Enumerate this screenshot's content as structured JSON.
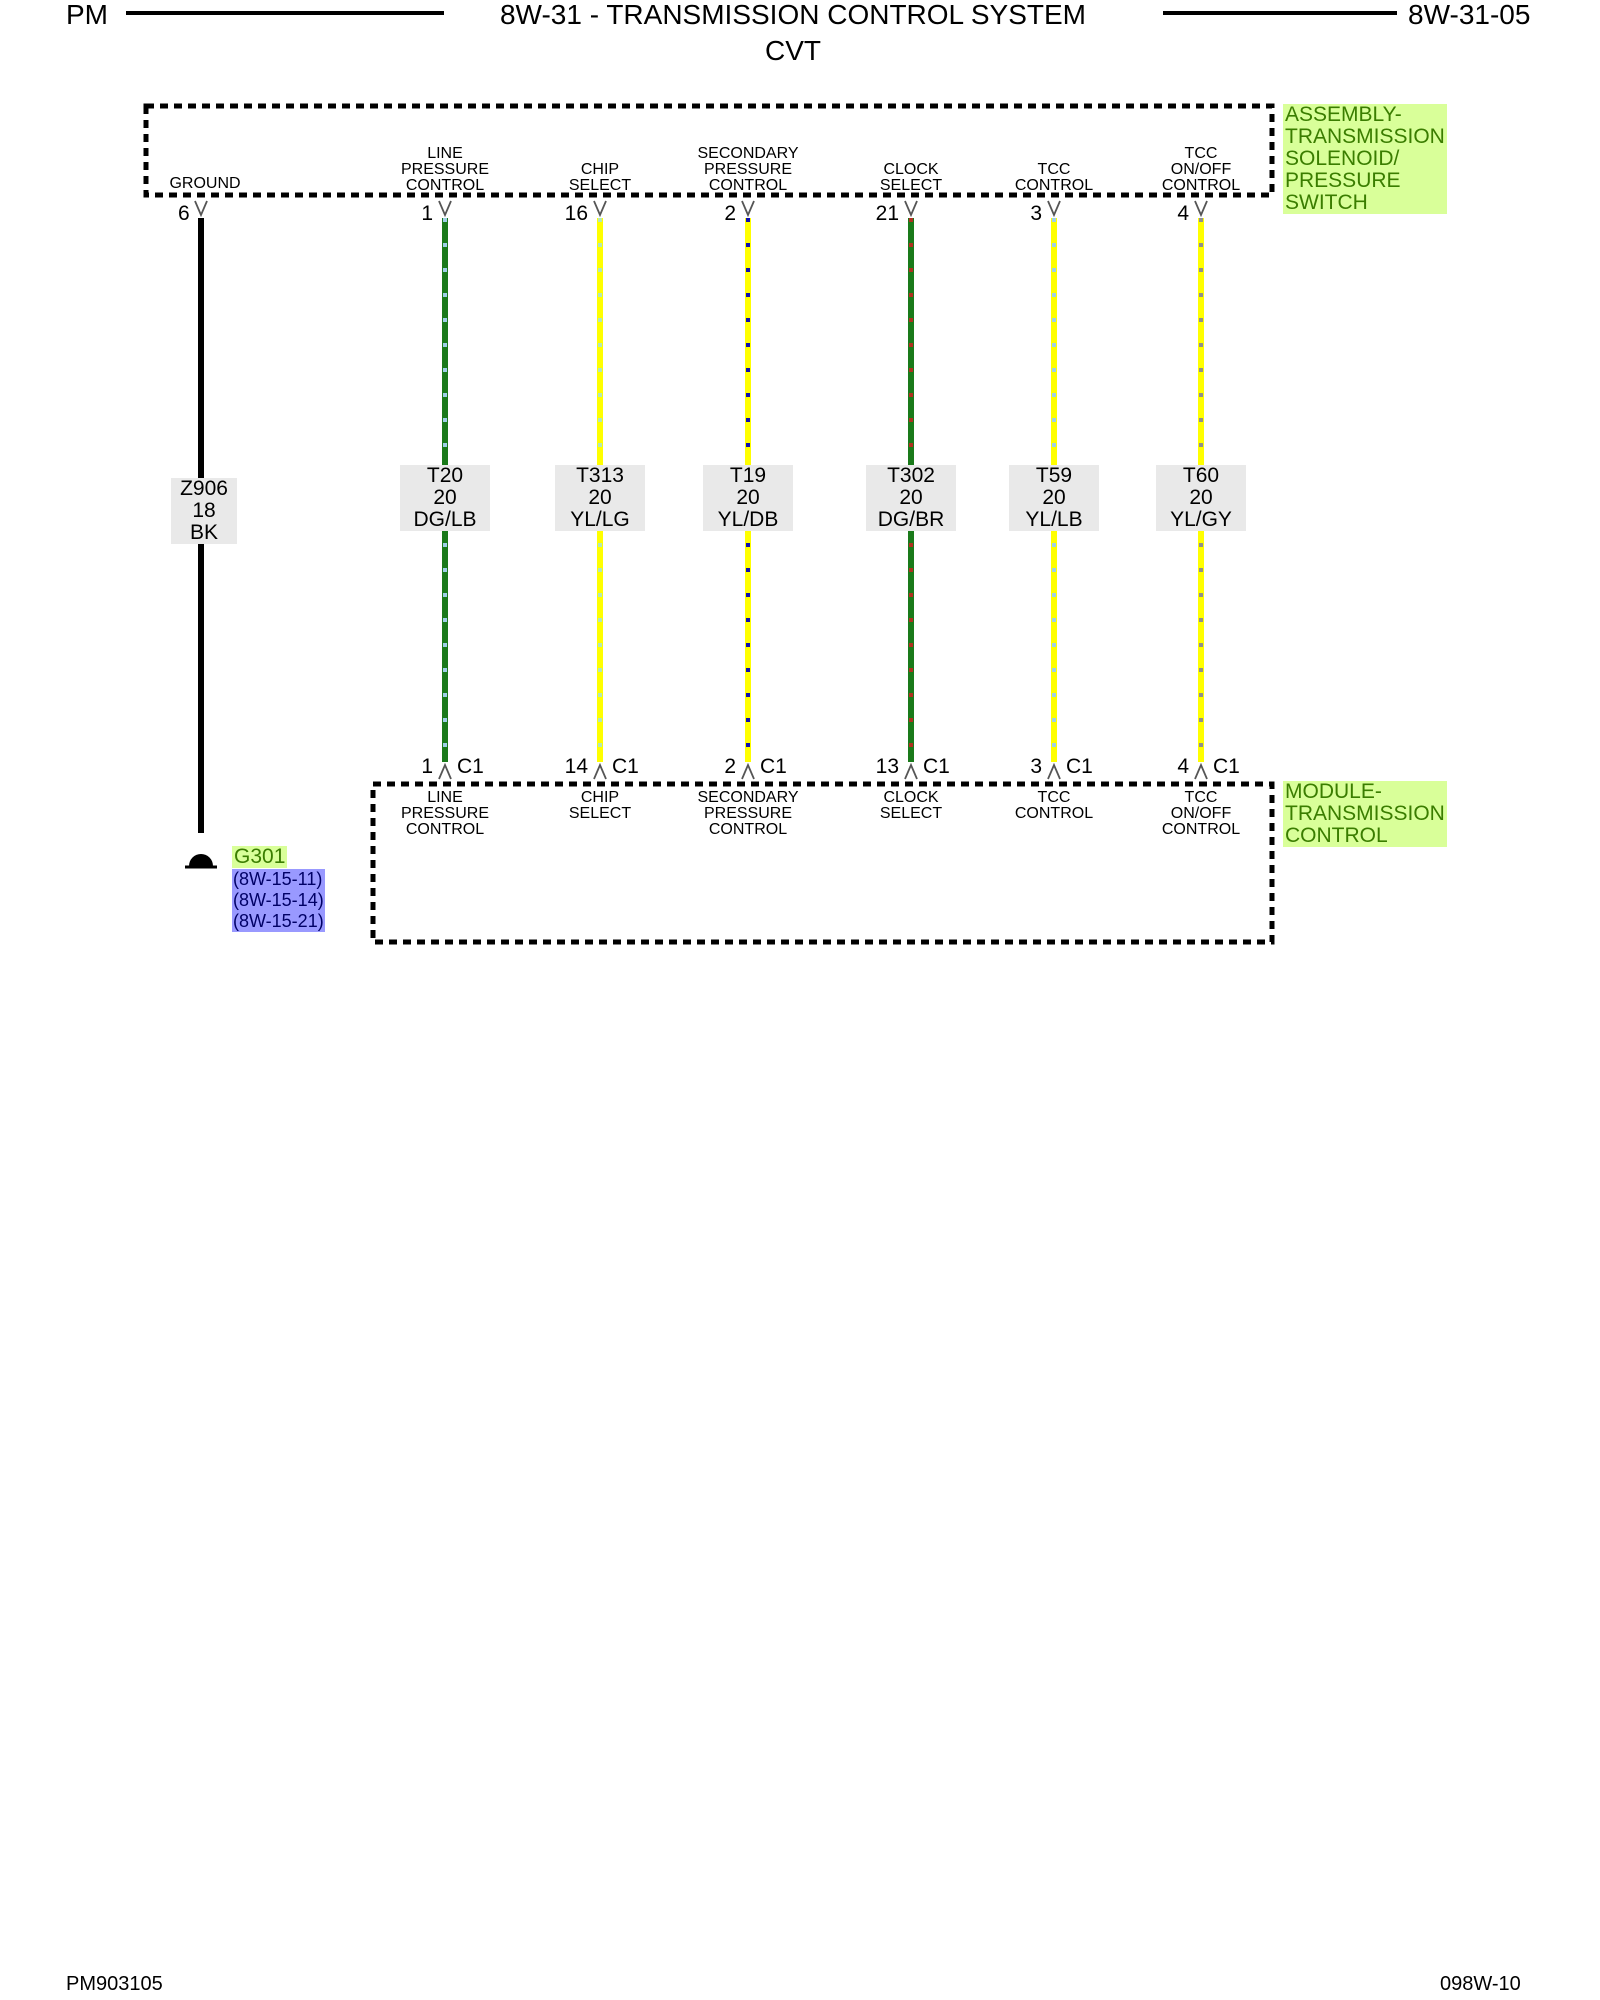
{
  "header": {
    "left": "PM",
    "title": "8W-31 - TRANSMISSION CONTROL SYSTEM",
    "subtitle": "CVT",
    "right": "8W-31-05"
  },
  "components": {
    "top": {
      "label_lines": [
        "ASSEMBLY-",
        "TRANSMISSION",
        "SOLENOID/",
        "PRESSURE",
        "SWITCH"
      ]
    },
    "bottom": {
      "label_lines": [
        "MODULE-",
        "TRANSMISSION",
        "CONTROL"
      ]
    }
  },
  "ground_wire": {
    "circuit_lines": [
      "GROUND"
    ],
    "pin": "6",
    "id": "Z906",
    "gauge": "18",
    "color": "BK",
    "ground_name": "G301",
    "refs": [
      "(8W-15-11)",
      "(8W-15-14)",
      "(8W-15-21)"
    ]
  },
  "wires": [
    {
      "top_circuit": [
        "LINE",
        "PRESSURE",
        "CONTROL"
      ],
      "top_pin": "1",
      "id": "T20",
      "gauge": "20",
      "color": "DG/LB",
      "bot_pin": "1",
      "bot_conn": "C1",
      "bot_circuit": [
        "LINE",
        "PRESSURE",
        "CONTROL"
      ],
      "base": "#1a7a1a",
      "stripe": "#9fd0e8"
    },
    {
      "top_circuit": [
        "CHIP",
        "SELECT"
      ],
      "top_pin": "16",
      "id": "T313",
      "gauge": "20",
      "color": "YL/LG",
      "bot_pin": "14",
      "bot_conn": "C1",
      "bot_circuit": [
        "CHIP",
        "SELECT"
      ],
      "base": "#ffff00",
      "stripe": "#b5e8b5"
    },
    {
      "top_circuit": [
        "SECONDARY",
        "PRESSURE",
        "CONTROL"
      ],
      "top_pin": "2",
      "id": "T19",
      "gauge": "20",
      "color": "YL/DB",
      "bot_pin": "2",
      "bot_conn": "C1",
      "bot_circuit": [
        "SECONDARY",
        "PRESSURE",
        "CONTROL"
      ],
      "base": "#ffff00",
      "stripe": "#1010b0"
    },
    {
      "top_circuit": [
        "CLOCK",
        "SELECT"
      ],
      "top_pin": "21",
      "id": "T302",
      "gauge": "20",
      "color": "DG/BR",
      "bot_pin": "13",
      "bot_conn": "C1",
      "bot_circuit": [
        "CLOCK",
        "SELECT"
      ],
      "base": "#1a7a1a",
      "stripe": "#b03020"
    },
    {
      "top_circuit": [
        "TCC",
        "CONTROL"
      ],
      "top_pin": "3",
      "id": "T59",
      "gauge": "20",
      "color": "YL/LB",
      "bot_pin": "3",
      "bot_conn": "C1",
      "bot_circuit": [
        "TCC",
        "CONTROL"
      ],
      "base": "#ffff00",
      "stripe": "#9fd0e8"
    },
    {
      "top_circuit": [
        "TCC",
        "ON/OFF",
        "CONTROL"
      ],
      "top_pin": "4",
      "id": "T60",
      "gauge": "20",
      "color": "YL/GY",
      "bot_pin": "4",
      "bot_conn": "C1",
      "bot_circuit": [
        "TCC",
        "ON/OFF",
        "CONTROL"
      ],
      "base": "#ffff00",
      "stripe": "#909090"
    }
  ],
  "footer": {
    "left": "PM903105",
    "right": "098W-10"
  }
}
